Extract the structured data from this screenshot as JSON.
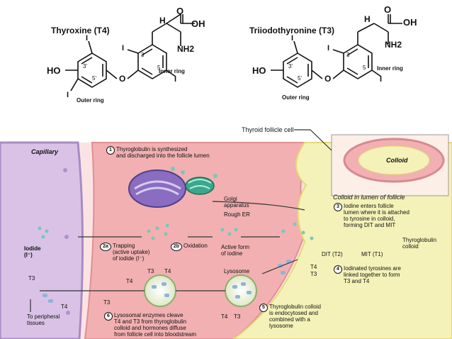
{
  "molecules": {
    "t4": {
      "title": "Thyroxine (T4)",
      "oh": "OH",
      "h": "H",
      "nh2": "NH2",
      "o": "O",
      "ho": "HO",
      "i": "I",
      "pos3": "3",
      "pos5": "5",
      "pos3p": "3'",
      "pos5p": "5'",
      "inner_ring": "Inner ring",
      "outer_ring": "Outer ring"
    },
    "t3": {
      "title": "Triiodothyronine (T3)",
      "oh": "OH",
      "h": "H",
      "nh2": "NH2",
      "o": "O",
      "ho": "HO",
      "i": "I",
      "pos3": "3",
      "pos5": "5",
      "pos3p": "3'",
      "pos5p": "5'",
      "inner_ring": "Inner ring",
      "outer_ring": "Outer ring"
    }
  },
  "diagram": {
    "thyroid_follicle_cell": "Thyroid follicle cell",
    "capillary": "Capillary",
    "colloid": "Colloid",
    "colloid_in_lumen": "Colloid in lumen of follicle",
    "golgi": "Golgi\napparatus",
    "rough_er": "Rough ER",
    "iodide": "Iodide\n(I⁻)",
    "lysosome": "Lysosome",
    "thyroglobulin_colloid": "Thyroglobulin\ncolloid",
    "dit": "DIT (T2)",
    "mit": "MIT (T1)",
    "to_peripheral": "To peripheral\ntissues",
    "t3": "T3",
    "t4": "T4",
    "steps": [
      {
        "num": "1",
        "text": "Thyroglobulin is synthesized\nand discharged into the follicle lumen"
      },
      {
        "num": "2a",
        "text": "Trapping\n(active uptake)\nof iodide (I⁻)"
      },
      {
        "num": "2b",
        "text": "Oxidation"
      },
      {
        "num": "3",
        "text": "Iodine enters follicle\nlumen where it is attached\nto tyrosine in colloid,\nforming DIT and MIT"
      },
      {
        "num": "4",
        "text": "Iodinated tyrosines are\nlinked together to form\nT3 and T4"
      },
      {
        "num": "5",
        "text": "Thyroglobulin colloid\nis endocytosed and\ncombined with a\nlysosome"
      },
      {
        "num": "6",
        "text": "Lysosomal enzymes cleave\nT4 and T3 from thyroglobulin\ncolloid and hormones diffuse\nfrom follicle cell into bloodstream"
      }
    ],
    "active_iodine": "Active form\nof iodine"
  },
  "colors": {
    "capillary": "#d9c2e6",
    "capillary_edge": "#a98bc4",
    "cell": "#f2b0b2",
    "colloid": "#f4f2b8",
    "dots": "#78c8b8"
  }
}
